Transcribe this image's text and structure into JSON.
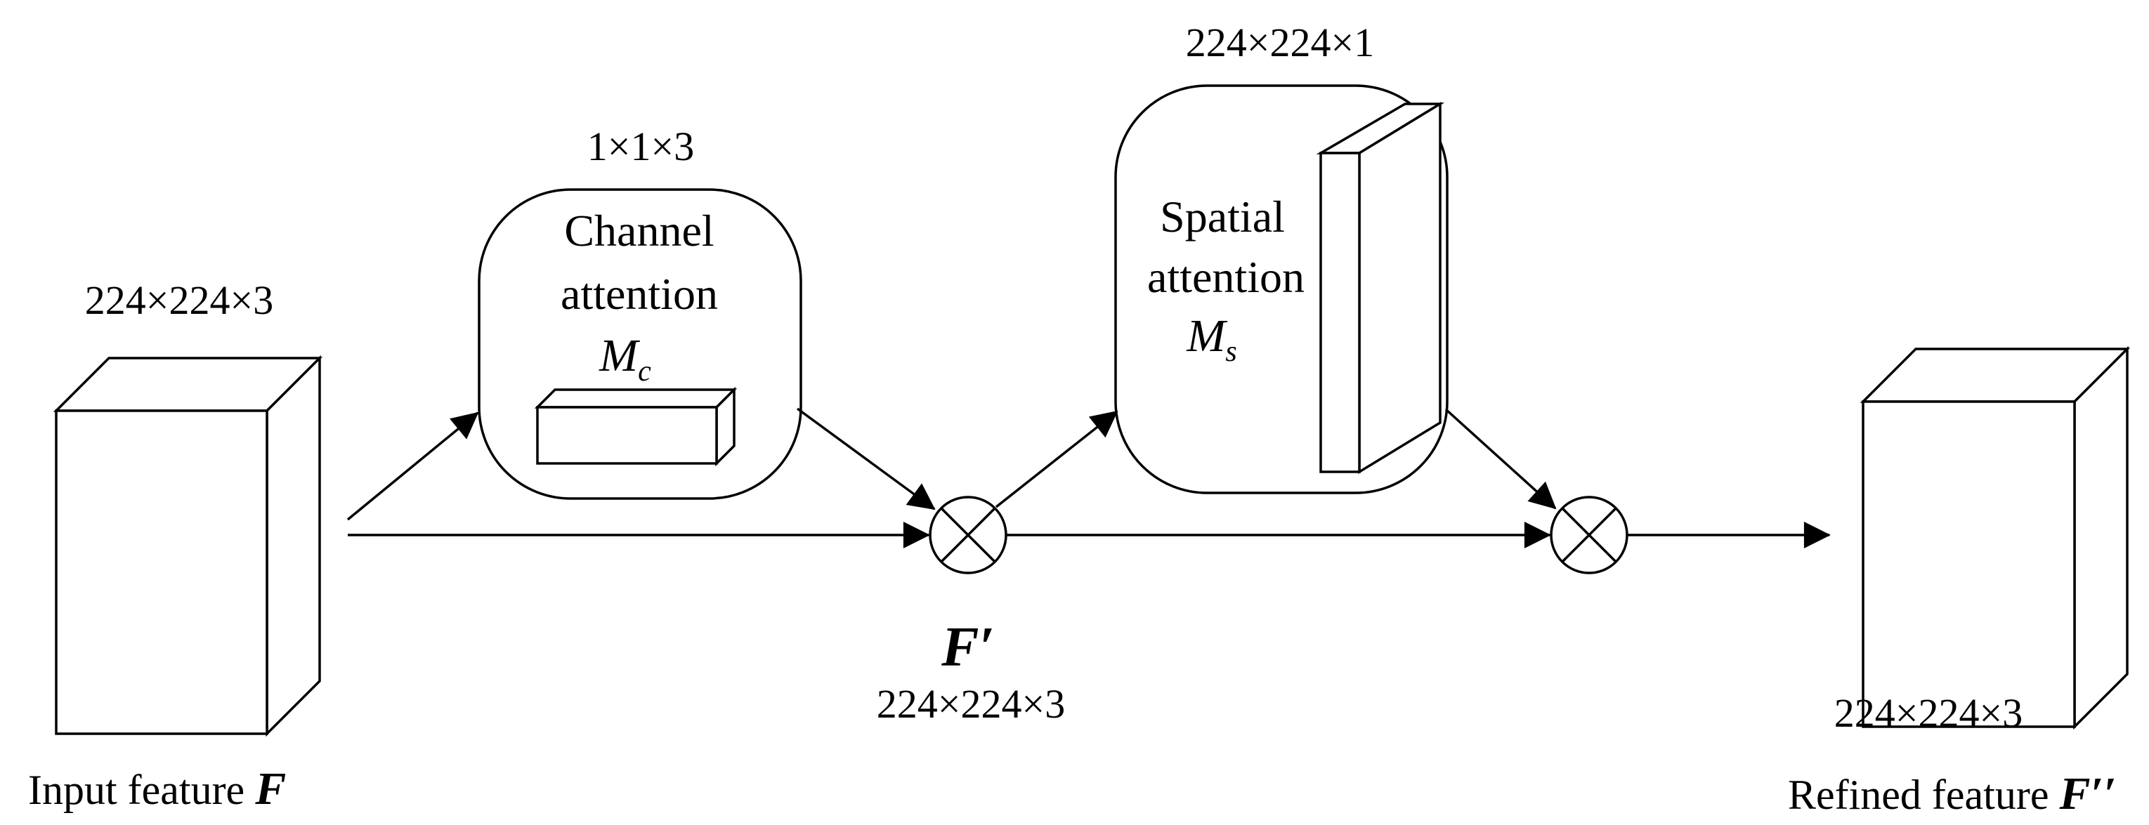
{
  "input": {
    "dims": "224×224×3",
    "caption_text": "Input feature ",
    "caption_symbol": "F"
  },
  "channel_attention": {
    "dims": "1×1×3",
    "line1": "Channel",
    "line2": "attention",
    "symbol": "M",
    "subscript": "c"
  },
  "intermediate": {
    "symbol": "F′",
    "dims": "224×224×3"
  },
  "spatial_attention": {
    "dims": "224×224×1",
    "line1": "Spatial",
    "line2": "attention",
    "symbol": "M",
    "subscript": "s"
  },
  "output": {
    "dims": "224×224×3",
    "caption_text": "Refined feature ",
    "caption_symbol": "F′′"
  },
  "operators": [
    "element-wise multiplication",
    "element-wise multiplication"
  ]
}
